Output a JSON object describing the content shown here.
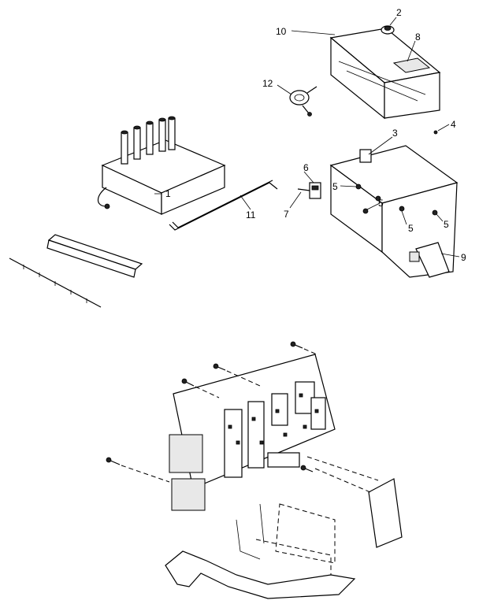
{
  "callouts": [
    {
      "id": "c2",
      "text": "2"
    },
    {
      "id": "c10",
      "text": "10"
    },
    {
      "id": "c8",
      "text": "8"
    },
    {
      "id": "c12",
      "text": "12"
    },
    {
      "id": "c3",
      "text": "3"
    },
    {
      "id": "c4",
      "text": "4"
    },
    {
      "id": "c6",
      "text": "6"
    },
    {
      "id": "c5a",
      "text": "5"
    },
    {
      "id": "c1",
      "text": "1"
    },
    {
      "id": "c11",
      "text": "11"
    },
    {
      "id": "c7",
      "text": "7"
    },
    {
      "id": "c5b",
      "text": "5"
    },
    {
      "id": "c5c",
      "text": "5"
    },
    {
      "id": "c5d",
      "text": "5"
    },
    {
      "id": "c9",
      "text": "9"
    }
  ]
}
